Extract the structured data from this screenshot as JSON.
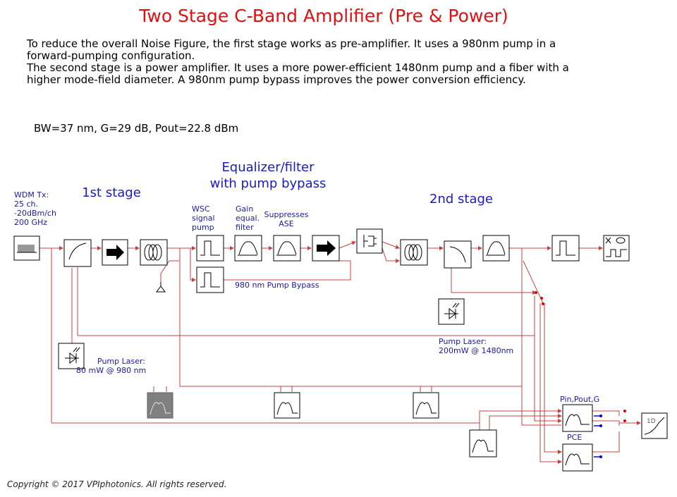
{
  "title": "Two Stage C-Band Amplifier (Pre & Power)",
  "description": {
    "p1": "To reduce the overall Noise Figure, the first stage works as pre-amplifier. It uses a 980nm pump in a forward-pumping configuration.",
    "p2": "The second stage is a power amplifier. It uses a more power-efficient 1480nm pump and a fiber with a higher mode-field diameter. A 980nm pump bypass improves the power conversion efficiency."
  },
  "parameters": "BW=37 nm, G=29 dB, Pout=22.8 dBm",
  "stages": {
    "first": "1st stage",
    "equalizer_line1": "Equalizer/filter",
    "equalizer_line2": "with pump bypass",
    "second": "2nd stage"
  },
  "labels": {
    "wdm_l1": "WDM Tx:",
    "wdm_l2": "25 ch.",
    "wdm_l3": "-20dBm/ch",
    "wdm_l4": "200 GHz",
    "wsc_l1": "WSC",
    "wsc_l2": "signal",
    "wsc_l3": "pump",
    "gain_l1": "Gain",
    "gain_l2": "equal.",
    "gain_l3": "filter",
    "ase_l1": "Suppresses",
    "ase_l2": "ASE",
    "bypass": "980 nm Pump Bypass",
    "pump1_l1": "Pump Laser:",
    "pump1_l2": "80 mW @ 980 nm",
    "pump2_l1": "Pump Laser:",
    "pump2_l2": "200mW @ 1480nm",
    "pinpout": "Pin,Pout,G",
    "pce": "PCE",
    "oned": "1D"
  },
  "copyright": "Copyright © 2017 VPIphotonics. All rights reserved.",
  "colors": {
    "title": "#e01010",
    "annotation": "#1a1ac8",
    "link": "#c84040",
    "port_red": "#e00000",
    "port_blue": "#0000dd",
    "inactive_block": "#808080"
  }
}
